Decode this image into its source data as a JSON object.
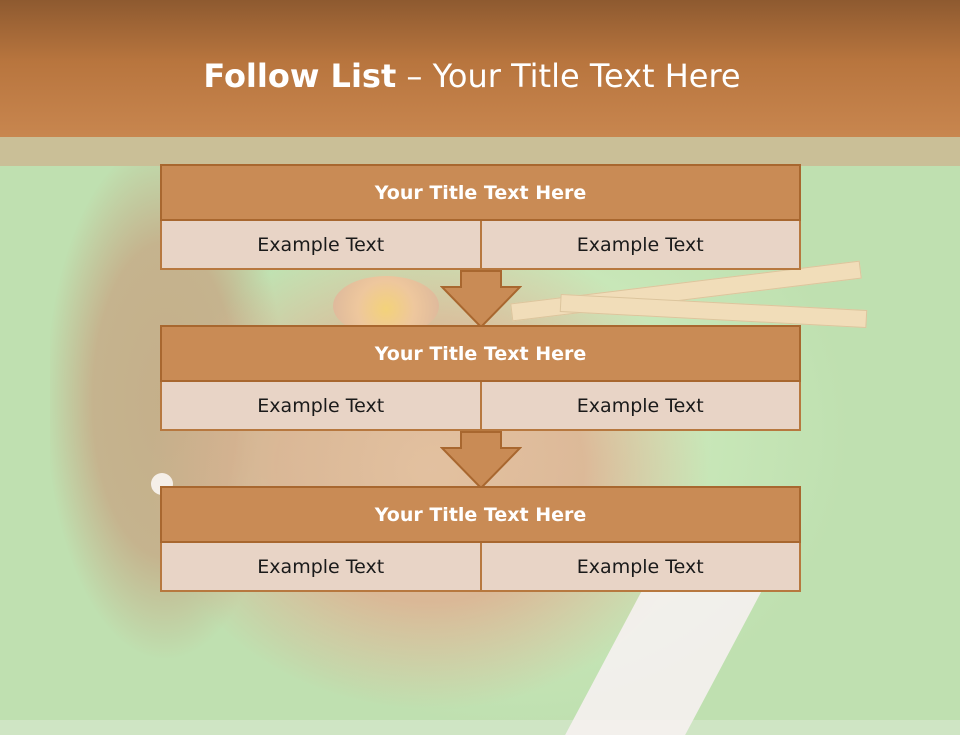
{
  "title": {
    "strong": "Follow List",
    "rest": " – Your Title Text Here"
  },
  "groups": [
    {
      "title": "Your Title Text Here",
      "left": "Example Text",
      "right": "Example Text"
    },
    {
      "title": "Your Title Text Here",
      "left": "Example Text",
      "right": "Example Text"
    },
    {
      "title": "Your Title Text Here",
      "left": "Example Text",
      "right": "Example Text"
    }
  ],
  "colors": {
    "header": "#b8753e",
    "box_title": "#c98b55",
    "box_border": "#a8672f",
    "cell_bg": "#e8d4c6",
    "background_green": "#c8e7b8"
  }
}
